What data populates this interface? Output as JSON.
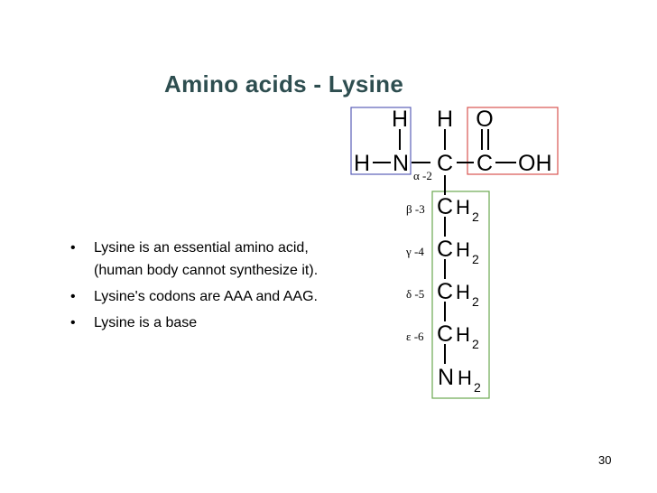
{
  "slide": {
    "title": "Amino acids - Lysine",
    "bullets": [
      "Lysine is an essential amino acid,\n(human body cannot synthesize it).",
      "Lysine's codons are AAA and AAG.",
      "Lysine is a base"
    ],
    "bullet_glyph": "•",
    "page_number": "30"
  },
  "molecule": {
    "h": "H",
    "n": "N",
    "c": "C",
    "o": "O",
    "oh": "OH",
    "h_sub": "H",
    "sub2": "2",
    "labels": {
      "alpha": "α -2",
      "beta": "β -3",
      "gamma": "γ -4",
      "delta": "δ -5",
      "epsilon": "ε -6"
    },
    "colors": {
      "amino_box": "#5a5fb8",
      "carboxyl_box": "#d9534f",
      "side_chain_box": "#6aa84f"
    }
  }
}
